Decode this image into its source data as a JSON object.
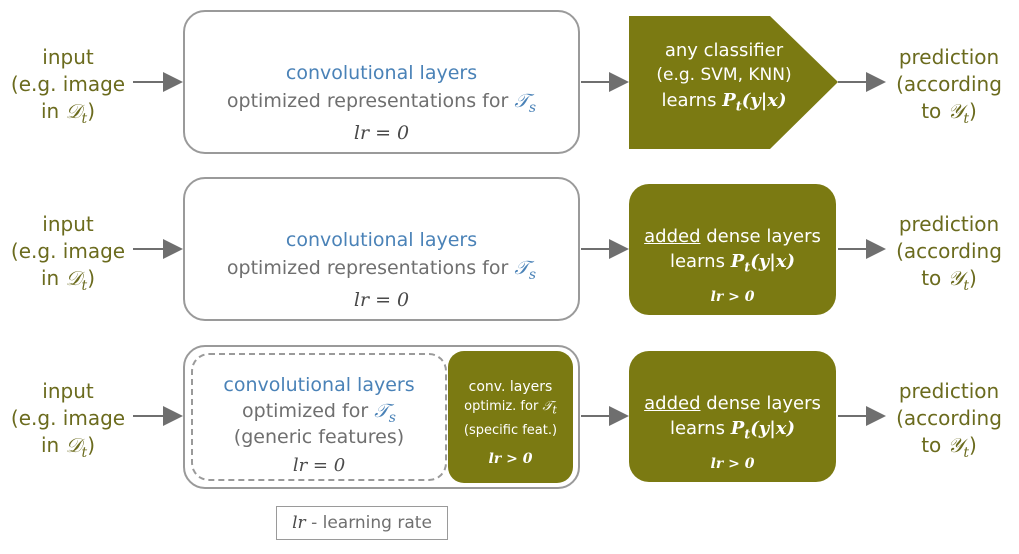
{
  "rows": [
    {
      "input": {
        "line1": "input",
        "line2_prefix": "(e.g. image",
        "line3_prefix": "in",
        "dataset": "𝒟",
        "dataset_sub": "t",
        "line3_suffix": ")"
      },
      "conv": {
        "title": "convolutional layers",
        "desc": "optimized representations for",
        "task": "𝒯",
        "task_sub": "s",
        "lr": "lr = 0"
      },
      "head": {
        "line1": "any classifier",
        "line2": "(e.g. SVM, KNN)",
        "line3_prefix": "learns",
        "prob": "P",
        "prob_sub": "t",
        "prob_args": "(y|x)"
      },
      "output": {
        "line1": "prediction",
        "line2": "(according",
        "line3_prefix": "to",
        "labels": "𝒴",
        "labels_sub": "t",
        "line3_suffix": ")"
      }
    },
    {
      "input": {
        "line1": "input",
        "line2_prefix": "(e.g. image",
        "line3_prefix": "in",
        "dataset": "𝒟",
        "dataset_sub": "t",
        "line3_suffix": ")"
      },
      "conv": {
        "title": "convolutional layers",
        "desc": "optimized representations for",
        "task": "𝒯",
        "task_sub": "s",
        "lr": "lr = 0"
      },
      "head": {
        "added": "added",
        "rest": "dense layers",
        "line2_prefix": "learns",
        "prob": "P",
        "prob_sub": "t",
        "prob_args": "(y|x)",
        "lr": "lr > 0"
      },
      "output": {
        "line1": "prediction",
        "line2": "(according",
        "line3_prefix": "to",
        "labels": "𝒴",
        "labels_sub": "t",
        "line3_suffix": ")"
      }
    },
    {
      "input": {
        "line1": "input",
        "line2_prefix": "(e.g. image",
        "line3_prefix": "in",
        "dataset": "𝒟",
        "dataset_sub": "t",
        "line3_suffix": ")"
      },
      "conv_generic": {
        "title": "convolutional layers",
        "desc": "optimized for",
        "task": "𝒯",
        "task_sub": "s",
        "note": "(generic features)",
        "lr": "lr = 0"
      },
      "conv_specific": {
        "line1": "conv. layers",
        "line2": "optimiz. for",
        "task": "𝒯",
        "task_sub": "t",
        "line3": "(specific feat.)",
        "lr": "lr > 0"
      },
      "head": {
        "added": "added",
        "rest": "dense layers",
        "line2_prefix": "learns",
        "prob": "P",
        "prob_sub": "t",
        "prob_args": "(y|x)",
        "lr": "lr > 0"
      },
      "output": {
        "line1": "prediction",
        "line2": "(according",
        "line3_prefix": "to",
        "labels": "𝒴",
        "labels_sub": "t",
        "line3_suffix": ")"
      }
    }
  ],
  "legend": {
    "symbol": "lr",
    "text": "- learning rate"
  },
  "colors": {
    "olive": "#7b7a12",
    "blue": "#4a82b7",
    "grey": "#6f6f6f",
    "border": "#9a9a9a"
  }
}
